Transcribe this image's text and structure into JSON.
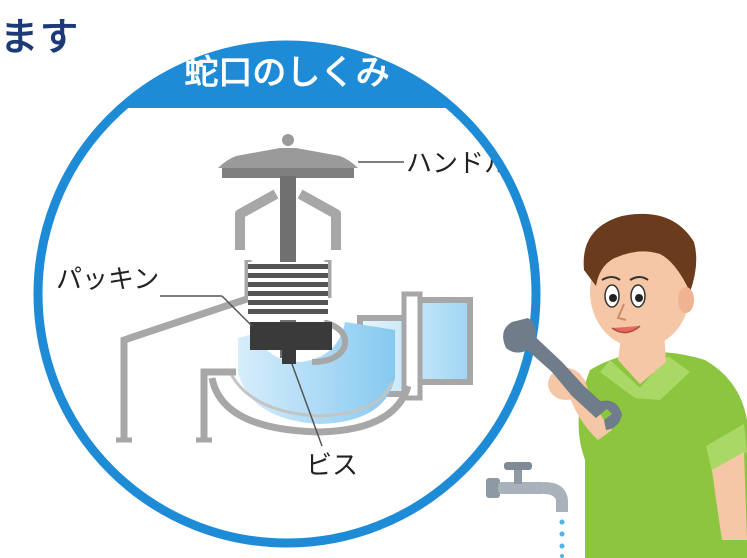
{
  "heading_fragment": "ます",
  "diagram": {
    "title": "蛇口のしくみ",
    "labels": {
      "handle": "ハンドル",
      "packing": "パッキン",
      "screw": "ビス"
    }
  },
  "colors": {
    "circle_border": "#1e8bd6",
    "title_band": "#1e8bd6",
    "title_text": "#ffffff",
    "heading_text": "#1c3a78",
    "pipe_gray": "#a7a7a7",
    "dark_part": "#3a3a3a",
    "water_light": "#d5ecfa",
    "water_mid": "#8fcdf1",
    "shirt_green": "#8cc63f",
    "skin": "#f6c7a6",
    "hair": "#6b3b1d"
  },
  "icons": [
    "wrench-icon",
    "outdoor-faucet-icon",
    "water-drop-icon"
  ]
}
